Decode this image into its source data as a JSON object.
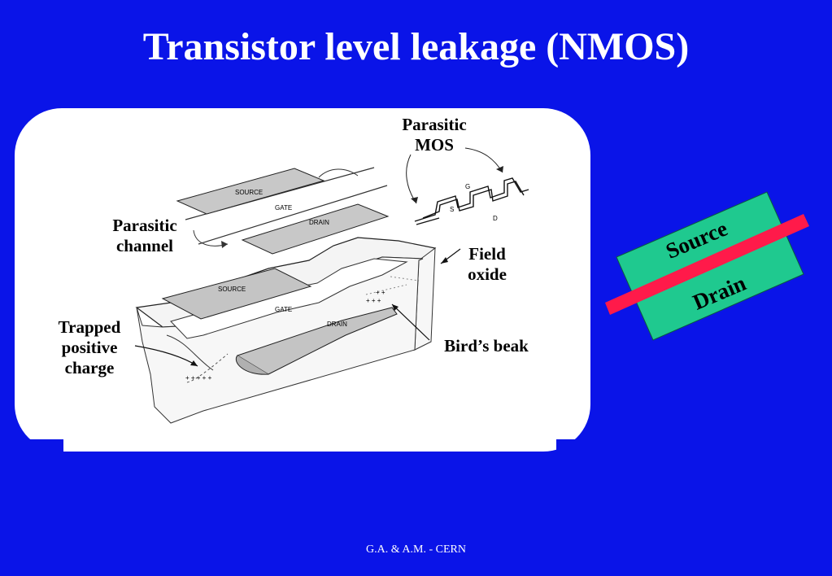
{
  "slide": {
    "title": "Transistor level leakage (NMOS)",
    "footer": "G.A. & A.M.  -  CERN"
  },
  "diagram": {
    "labels": {
      "parasitic_mos_line1": "Parasitic",
      "parasitic_mos_line2": "MOS",
      "parasitic_channel_line1": "Parasitic",
      "parasitic_channel_line2": "channel",
      "field_oxide_line1": "Field",
      "field_oxide_line2": "oxide",
      "trapped_line1": "Trapped",
      "trapped_line2": "positive",
      "trapped_line3": "charge",
      "birds_beak": "Bird’s beak"
    },
    "top_layout": {
      "source": "SOURCE",
      "gate": "GATE",
      "drain": "DRAIN"
    },
    "cross_section": {
      "source": "SOURCE",
      "gate": "GATE",
      "drain": "DRAIN"
    },
    "parasitic_mos_symbol": {
      "g": "G",
      "s": "S",
      "d": "D"
    }
  },
  "layout_sketch": {
    "source": "Source",
    "drain": "Drain",
    "colors": {
      "region": "#1fc98f",
      "gate": "#ff1a4a"
    }
  }
}
